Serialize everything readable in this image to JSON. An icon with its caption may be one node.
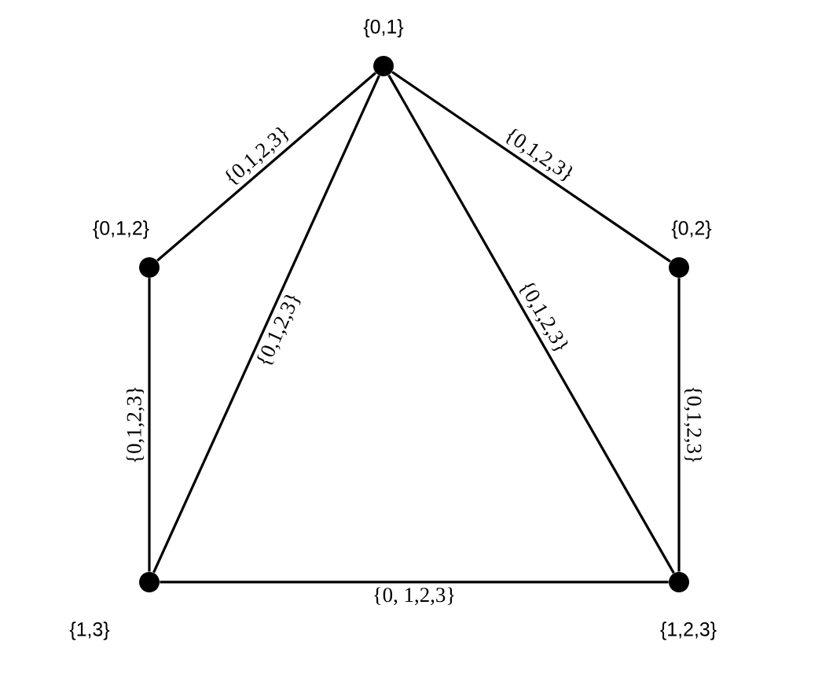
{
  "diagram": {
    "nodes": [
      {
        "text": [],
        "shape": "circle",
        "beside": [
          "{0,1}"
        ]
      },
      {
        "text": [],
        "shape": "circle",
        "beside": [
          "{0,1,2}"
        ]
      },
      {
        "text": [],
        "shape": "circle",
        "beside": [
          "{0,2}"
        ]
      },
      {
        "text": [],
        "shape": "circle",
        "beside": [
          "{1,3}"
        ]
      },
      {
        "text": [],
        "shape": "circle",
        "beside": [
          "{1,2,3}"
        ]
      }
    ],
    "edges": [
      {
        "from": 0,
        "to": 1,
        "arrow": "none",
        "label": "{0,1,2,3}"
      },
      {
        "from": 0,
        "to": 2,
        "arrow": "none",
        "label": "{0,1,2,3}"
      },
      {
        "from": 0,
        "to": 3,
        "arrow": "none",
        "label": "{0,1,2,3}"
      },
      {
        "from": 0,
        "to": 4,
        "arrow": "none",
        "label": "{0,1,2,3}"
      },
      {
        "from": 1,
        "to": 3,
        "arrow": "none",
        "label": "{0,1,2,3}"
      },
      {
        "from": 2,
        "to": 4,
        "arrow": "none",
        "label": "{0,1,2,3}"
      },
      {
        "from": 3,
        "to": 4,
        "arrow": "none",
        "label": "{0, 1,2,3}"
      }
    ]
  }
}
